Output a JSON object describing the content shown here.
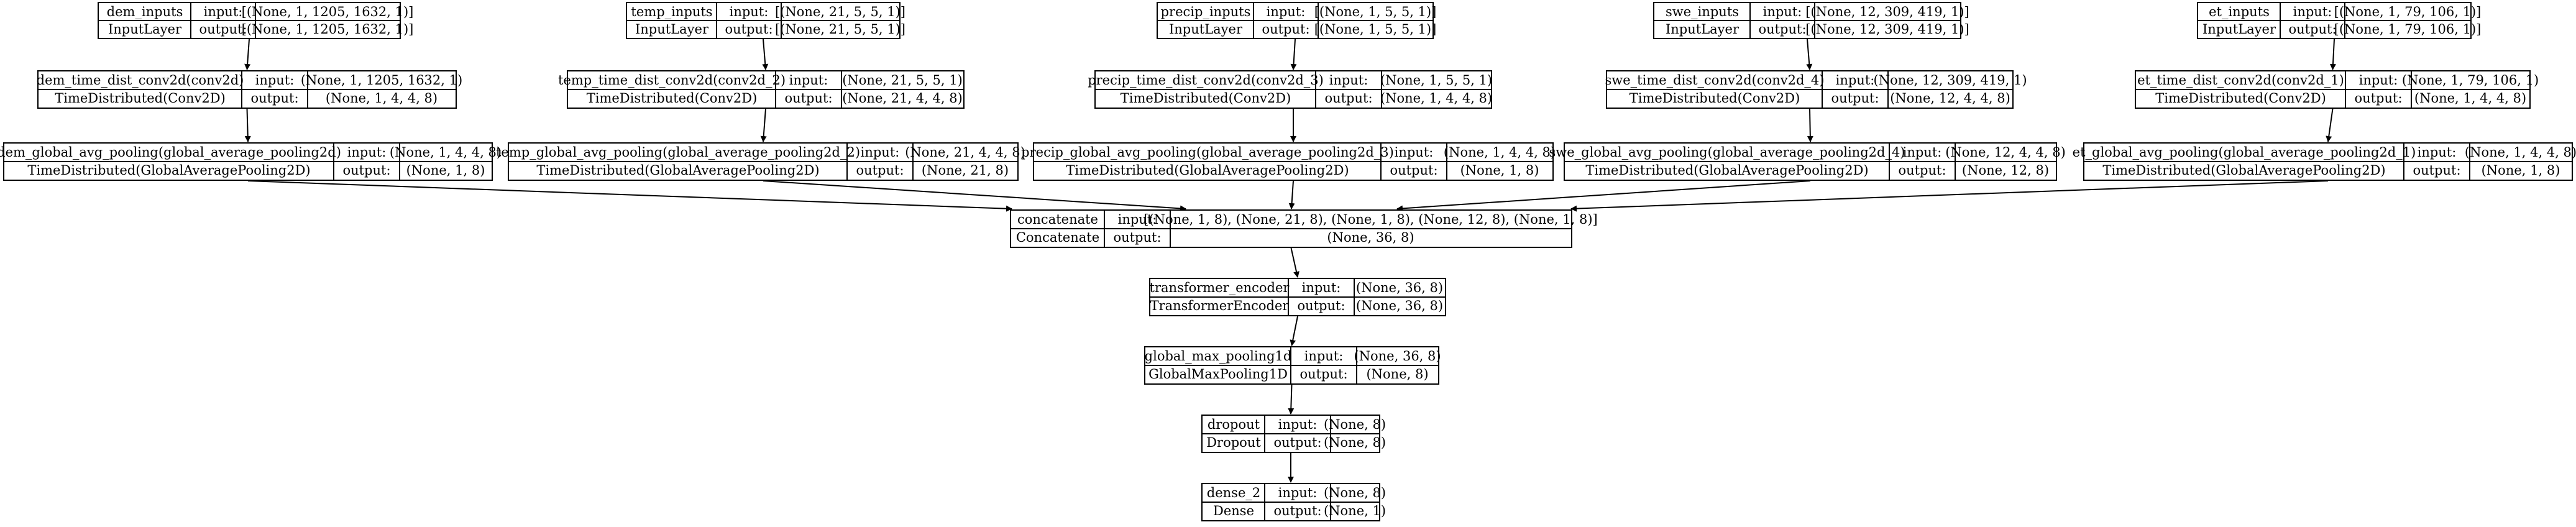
{
  "nodes": [
    {
      "id": "dem_inputs",
      "name": "dem_inputs",
      "type": "InputLayer",
      "input": "[(None, 1, 1205, 1632, 1)]",
      "output": "[(None, 1, 1205, 1632, 1)]"
    },
    {
      "id": "temp_inputs",
      "name": "temp_inputs",
      "type": "InputLayer",
      "input": "[(None, 21, 5, 5, 1)]",
      "output": "[(None, 21, 5, 5, 1)]"
    },
    {
      "id": "precip_inputs",
      "name": "precip_inputs",
      "type": "InputLayer",
      "input": "[(None, 1, 5, 5, 1)]",
      "output": "[(None, 1, 5, 5, 1)]"
    },
    {
      "id": "swe_inputs",
      "name": "swe_inputs",
      "type": "InputLayer",
      "input": "[(None, 12, 309, 419, 1)]",
      "output": "[(None, 12, 309, 419, 1)]"
    },
    {
      "id": "et_inputs",
      "name": "et_inputs",
      "type": "InputLayer",
      "input": "[(None, 1, 79, 106, 1)]",
      "output": "[(None, 1, 79, 106, 1)]"
    },
    {
      "id": "dem_time_dist",
      "name": "dem_time_dist_conv2d(conv2d)",
      "type": "TimeDistributed(Conv2D)",
      "input": "(None, 1, 1205, 1632, 1)",
      "output": "(None, 1, 4, 4, 8)"
    },
    {
      "id": "temp_time_dist",
      "name": "temp_time_dist_conv2d(conv2d_2)",
      "type": "TimeDistributed(Conv2D)",
      "input": "(None, 21, 5, 5, 1)",
      "output": "(None, 21, 4, 4, 8)"
    },
    {
      "id": "precip_time_dist",
      "name": "precip_time_dist_conv2d(conv2d_3)",
      "type": "TimeDistributed(Conv2D)",
      "input": "(None, 1, 5, 5, 1)",
      "output": "(None, 1, 4, 4, 8)"
    },
    {
      "id": "swe_time_dist",
      "name": "swe_time_dist_conv2d(conv2d_4)",
      "type": "TimeDistributed(Conv2D)",
      "input": "(None, 12, 309, 419, 1)",
      "output": "(None, 12, 4, 4, 8)"
    },
    {
      "id": "et_time_dist",
      "name": "et_time_dist_conv2d(conv2d_1)",
      "type": "TimeDistributed(Conv2D)",
      "input": "(None, 1, 79, 106, 1)",
      "output": "(None, 1, 4, 4, 8)"
    },
    {
      "id": "dem_gap",
      "name": "dem_global_avg_pooling(global_average_pooling2d)",
      "type": "TimeDistributed(GlobalAveragePooling2D)",
      "input": "(None, 1, 4, 4, 8)",
      "output": "(None, 1, 8)"
    },
    {
      "id": "temp_gap",
      "name": "temp_global_avg_pooling(global_average_pooling2d_2)",
      "type": "TimeDistributed(GlobalAveragePooling2D)",
      "input": "(None, 21, 4, 4, 8)",
      "output": "(None, 21, 8)"
    },
    {
      "id": "precip_gap",
      "name": "precip_global_avg_pooling(global_average_pooling2d_3)",
      "type": "TimeDistributed(GlobalAveragePooling2D)",
      "input": "(None, 1, 4, 4, 8)",
      "output": "(None, 1, 8)"
    },
    {
      "id": "swe_gap",
      "name": "swe_global_avg_pooling(global_average_pooling2d_4)",
      "type": "TimeDistributed(GlobalAveragePooling2D)",
      "input": "(None, 12, 4, 4, 8)",
      "output": "(None, 12, 8)"
    },
    {
      "id": "et_gap",
      "name": "et_global_avg_pooling(global_average_pooling2d_1)",
      "type": "TimeDistributed(GlobalAveragePooling2D)",
      "input": "(None, 1, 4, 4, 8)",
      "output": "(None, 1, 8)"
    },
    {
      "id": "concatenate",
      "name": "concatenate",
      "type": "Concatenate",
      "input": "[(None, 1, 8), (None, 21, 8), (None, 1, 8), (None, 12, 8), (None, 1, 8)]",
      "output": "(None, 36, 8)"
    },
    {
      "id": "transformer_encoder",
      "name": "transformer_encoder",
      "type": "TransformerEncoder",
      "input": "(None, 36, 8)",
      "output": "(None, 36, 8)"
    },
    {
      "id": "global_max_pooling1d",
      "name": "global_max_pooling1d",
      "type": "GlobalMaxPooling1D",
      "input": "(None, 36, 8)",
      "output": "(None, 8)"
    },
    {
      "id": "dropout",
      "name": "dropout",
      "type": "Dropout",
      "input": "(None, 8)",
      "output": "(None, 8)"
    },
    {
      "id": "dense_2",
      "name": "dense_2",
      "type": "Dense",
      "input": "(None, 8)",
      "output": "(None, 1)"
    }
  ],
  "edges": [
    [
      "dem_inputs",
      "dem_time_dist"
    ],
    [
      "temp_inputs",
      "temp_time_dist"
    ],
    [
      "precip_inputs",
      "precip_time_dist"
    ],
    [
      "swe_inputs",
      "swe_time_dist"
    ],
    [
      "et_inputs",
      "et_time_dist"
    ],
    [
      "dem_time_dist",
      "dem_gap"
    ],
    [
      "temp_time_dist",
      "temp_gap"
    ],
    [
      "precip_time_dist",
      "precip_gap"
    ],
    [
      "swe_time_dist",
      "swe_gap"
    ],
    [
      "et_time_dist",
      "et_gap"
    ],
    [
      "dem_gap",
      "concatenate"
    ],
    [
      "temp_gap",
      "concatenate"
    ],
    [
      "precip_gap",
      "concatenate"
    ],
    [
      "swe_gap",
      "concatenate"
    ],
    [
      "et_gap",
      "concatenate"
    ],
    [
      "concatenate",
      "transformer_encoder"
    ],
    [
      "transformer_encoder",
      "global_max_pooling1d"
    ],
    [
      "global_max_pooling1d",
      "dropout"
    ],
    [
      "dropout",
      "dense_2"
    ]
  ],
  "labels": {
    "input": "input:",
    "output": "output:"
  }
}
